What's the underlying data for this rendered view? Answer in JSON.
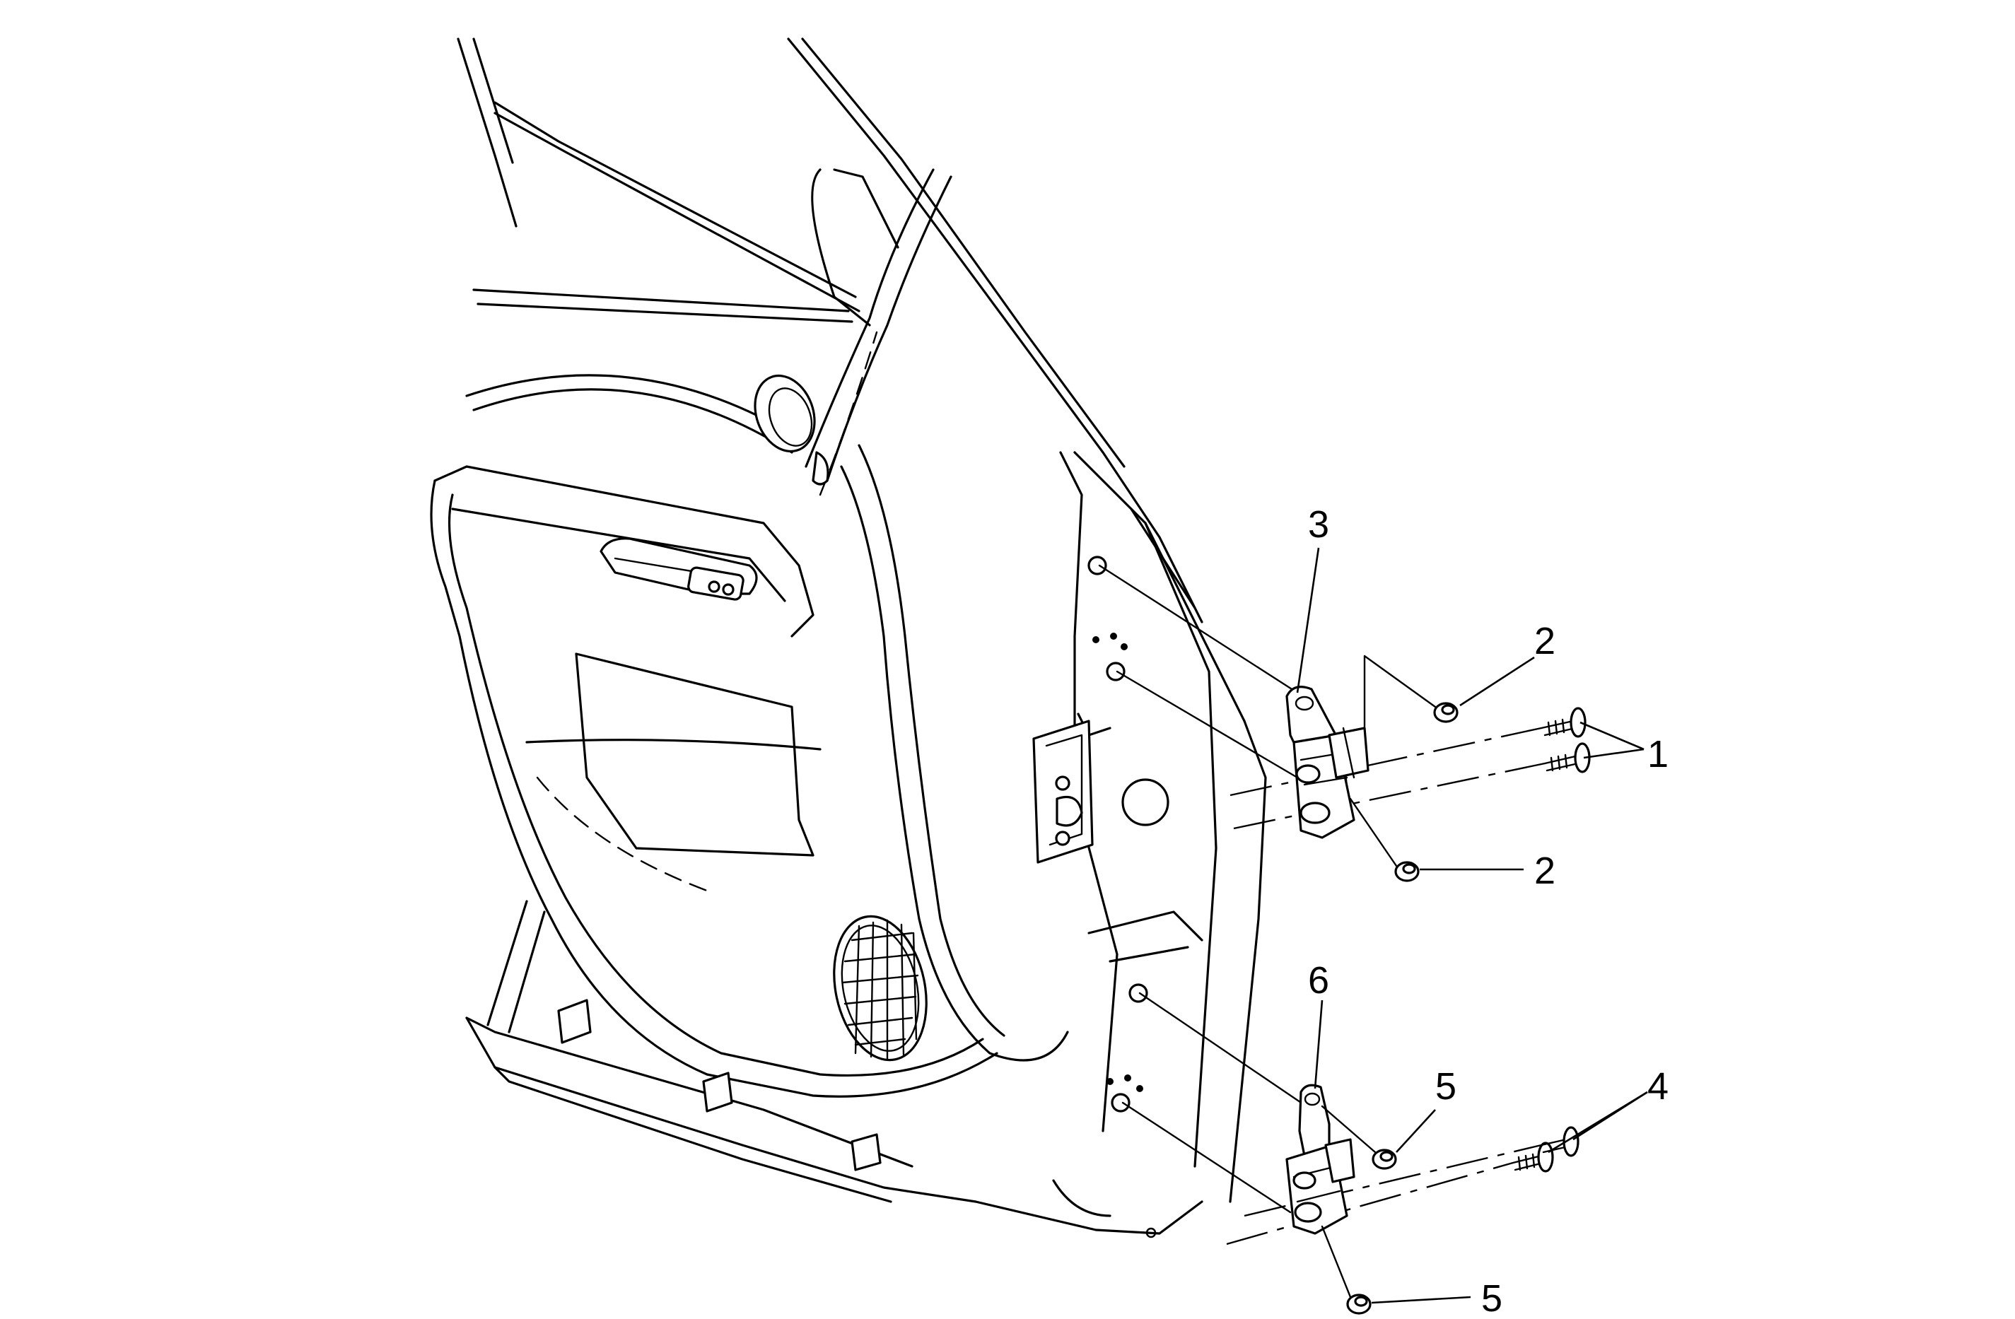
{
  "callouts": {
    "c1": "1",
    "c2a": "2",
    "c2b": "2",
    "c3": "3",
    "c4": "4",
    "c5a": "5",
    "c5b": "5",
    "c6": "6"
  },
  "colors": {
    "line": "#000000",
    "background": "#ffffff"
  }
}
